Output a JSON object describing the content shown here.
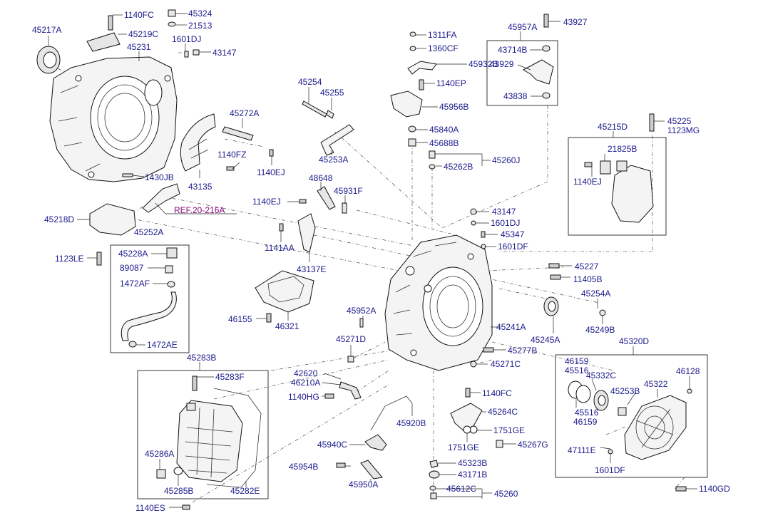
{
  "labels": {
    "l_1140FC_a": "1140FC",
    "l_45324": "45324",
    "l_21513": "21513",
    "l_45217A": "45217A",
    "l_45219C": "45219C",
    "l_1601DJ_a": "1601DJ",
    "l_45231": "45231",
    "l_43147_a": "43147",
    "l_45254": "45254",
    "l_45255": "45255",
    "l_45272A": "45272A",
    "l_1140FZ": "1140FZ",
    "l_1140EJ_a": "1140EJ",
    "l_45253A": "45253A",
    "l_1430JB": "1430JB",
    "l_43135": "43135",
    "l_48648": "48648",
    "l_45931F": "45931F",
    "l_1140EJ_b": "1140EJ",
    "l_REF": "REF.20-216A",
    "l_45218D": "45218D",
    "l_45252A": "45252A",
    "l_1123LE": "1123LE",
    "l_45228A": "45228A",
    "l_89087": "89087",
    "l_1472AF": "1472AF",
    "l_1472AE": "1472AE",
    "l_1141AA": "1141AA",
    "l_43137E": "43137E",
    "l_46155": "46155",
    "l_46321": "46321",
    "l_1311FA": "1311FA",
    "l_1360CF": "1360CF",
    "l_45932B": "45932B",
    "l_1140EP": "1140EP",
    "l_45956B": "45956B",
    "l_45840A": "45840A",
    "l_45688B": "45688B",
    "l_45262B": "45262B",
    "l_45260J": "45260J",
    "l_45957A": "45957A",
    "l_43927": "43927",
    "l_43714B": "43714B",
    "l_43929": "43929",
    "l_43838": "43838",
    "l_45225": "45225",
    "l_1123MG": "1123MG",
    "l_45215D": "45215D",
    "l_21825B": "21825B",
    "l_1140EJ_c": "1140EJ",
    "l_43147_b": "43147",
    "l_1601DJ_b": "1601DJ",
    "l_45347": "45347",
    "l_1601DF_a": "1601DF",
    "l_45227": "45227",
    "l_11405B": "11405B",
    "l_45254A": "45254A",
    "l_45952A": "45952A",
    "l_45241A": "45241A",
    "l_45249B": "45249B",
    "l_45245A": "45245A",
    "l_45271D": "45271D",
    "l_45277B": "45277B",
    "l_45271C": "45271C",
    "l_45320D": "45320D",
    "l_46159_a": "46159",
    "l_45516_a": "45516",
    "l_45332C": "45332C",
    "l_45322": "45322",
    "l_46128": "46128",
    "l_45253B": "45253B",
    "l_45516_b": "45516",
    "l_46159_b": "46159",
    "l_47111E": "47111E",
    "l_1601DF_b": "1601DF",
    "l_45283B": "45283B",
    "l_45283F": "45283F",
    "l_42620": "42620",
    "l_46210A": "46210A",
    "l_1140HG": "1140HG",
    "l_1140FC_b": "1140FC",
    "l_45264C": "45264C",
    "l_45920B": "45920B",
    "l_1751GE_a": "1751GE",
    "l_45940C": "45940C",
    "l_1751GE_b": "1751GE",
    "l_45267G": "45267G",
    "l_45286A": "45286A",
    "l_45323B": "45323B",
    "l_45954B": "45954B",
    "l_43171B": "43171B",
    "l_45950A": "45950A",
    "l_45612C": "45612C",
    "l_45260": "45260",
    "l_45285B": "45285B",
    "l_45282E": "45282E",
    "l_1140ES": "1140ES",
    "l_1140GD": "1140GD"
  }
}
